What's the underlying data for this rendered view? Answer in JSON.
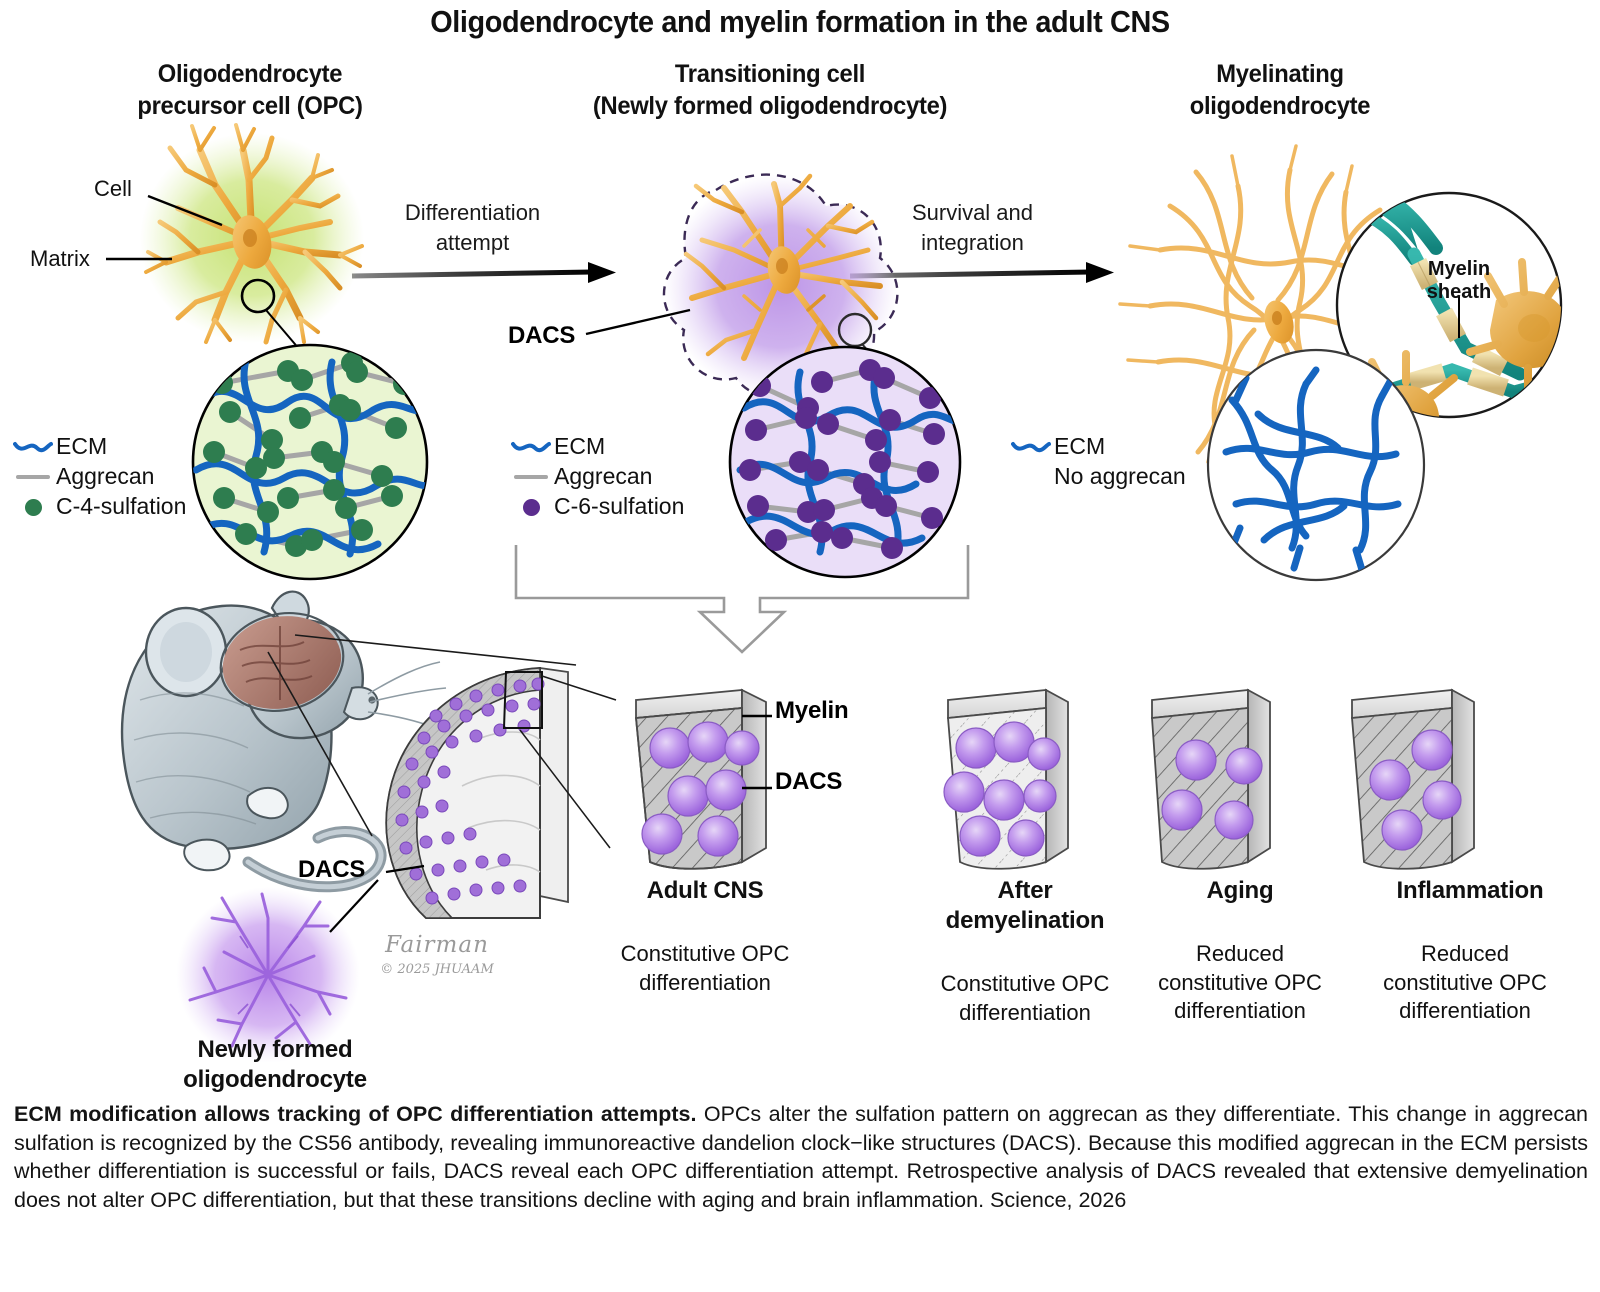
{
  "title": "Oligodendrocyte and myelin formation in the adult CNS",
  "panels": {
    "opc": {
      "header": "Oligodendrocyte\nprecursor cell (OPC)"
    },
    "trans": {
      "header": "Transitioning cell\n(Newly formed oligodendrocyte)"
    },
    "myel": {
      "header": "Myelinating\noligodendrocyte"
    }
  },
  "arrows": {
    "differentiation": "Differentiation\nattempt",
    "survival": "Survival and\nintegration"
  },
  "callouts": {
    "cell": "Cell",
    "matrix": "Matrix",
    "dacs_transitioning": "DACS",
    "dacs_brain": "DACS",
    "myelin_block": "Myelin",
    "dacs_block": "DACS",
    "myelin_sheath": "Myelin\nsheath"
  },
  "legends": {
    "opc": {
      "ecm": "ECM",
      "aggrecan": "Aggrecan",
      "sulfation": "C-4-sulfation",
      "ecm_color": "#1565c0",
      "aggrecan_color": "#a6a6a6",
      "sulfation_color": "#2e7d4f"
    },
    "transitioning": {
      "ecm": "ECM",
      "aggrecan": "Aggrecan",
      "sulfation": "C-6-sulfation",
      "ecm_color": "#1565c0",
      "aggrecan_color": "#a6a6a6",
      "sulfation_color": "#5b2d8e"
    },
    "myelinating": {
      "ecm": "ECM",
      "no_aggrecan": "No aggrecan",
      "ecm_color": "#1565c0"
    }
  },
  "blocks": [
    {
      "title": "Adult CNS",
      "sub": "Constitutive OPC\ndifferentiation"
    },
    {
      "title": "After\ndemyelination",
      "sub": "Constitutive OPC\ndifferentiation"
    },
    {
      "title": "Aging",
      "sub": "Reduced\nconstitutive OPC\ndifferentiation"
    },
    {
      "title": "Inflammation",
      "sub": "Reduced\nconstitutive OPC\ndifferentiation"
    }
  ],
  "newly_formed": "Newly formed\noligodendrocyte",
  "signature": {
    "name": "Fairman",
    "copyright": "© 2025 JHUAAM"
  },
  "caption": {
    "lead": "ECM modification allows tracking of OPC differentiation attempts.",
    "body": " OPCs alter the sulfation pattern on aggrecan as they differentiate. This change in aggrecan sulfation is recognized by the CS56 antibody, revealing immunoreactive dandelion clock−like structures (DACS). Because this modified aggrecan in the ECM persists whether differentiation is successful or fails, DACS reveal each OPC differentiation attempt. Retrospective analysis of DACS revealed that extensive demyelination does not alter OPC differentiation, but that these transitions decline with aging and brain inflammation. Science, 2026"
  },
  "colors": {
    "cell_gold": "#eea83f",
    "halo_green": "#c3e06b",
    "halo_purple": "#b388e0",
    "ecm_blue": "#1565c0",
    "aggrecan_grey": "#a6a6a6",
    "c4_green": "#2e7d4f",
    "c6_purple": "#5b2d8e",
    "dacs_purple": "#a06fd8",
    "myelin_teal": "#1f9e96",
    "sheath_tan": "#e7d49a",
    "tissue_grey": "#c9c9c9"
  }
}
